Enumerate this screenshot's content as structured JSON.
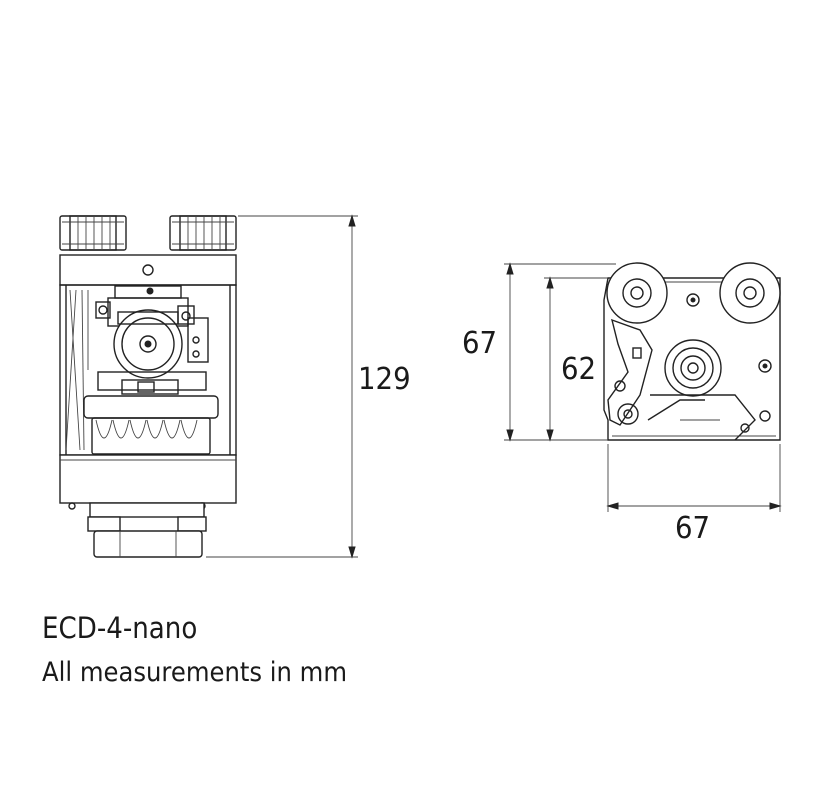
{
  "product": {
    "name": "ECD-4-nano",
    "note": "All measurements in mm"
  },
  "dimensions": {
    "height": "129",
    "depth_outer": "67",
    "depth_inner": "62",
    "width": "67"
  },
  "colors": {
    "line": "#222222",
    "background": "#ffffff"
  }
}
